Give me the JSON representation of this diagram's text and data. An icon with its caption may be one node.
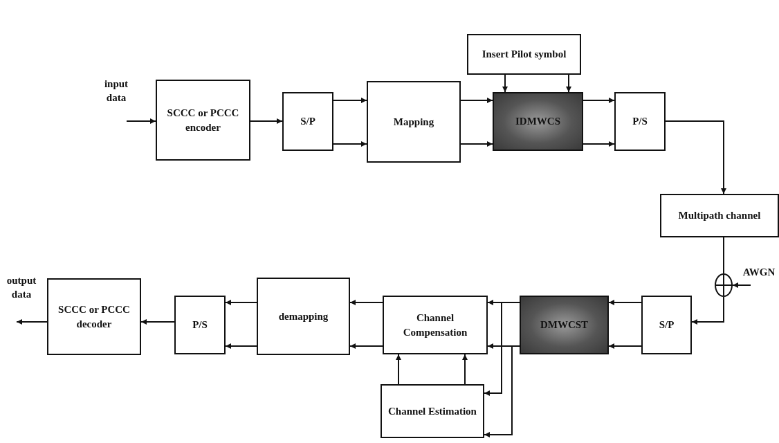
{
  "diagram": {
    "nodes": [
      {
        "text": [
          "SCCC or PCCC encoder"
        ]
      },
      {
        "text": [
          "S/P"
        ]
      },
      {
        "text": [
          "Mapping"
        ]
      },
      {
        "text": [
          "Insert Pilot symbol"
        ]
      },
      {
        "text": [
          "IDMWCS"
        ]
      },
      {
        "text": [
          "P/S"
        ]
      },
      {
        "text": [
          "Multipath channel"
        ]
      },
      {
        "text": [],
        "shape": "circle"
      },
      {
        "text": [
          "S/P"
        ]
      },
      {
        "text": [
          "DMWCST"
        ]
      },
      {
        "text": [
          "Channel Compensation"
        ]
      },
      {
        "text": [
          "Channel Estimation"
        ]
      },
      {
        "text": [
          "demapping"
        ]
      },
      {
        "text": [
          "P/S"
        ]
      },
      {
        "text": [
          "SCCC or PCCC decoder"
        ]
      }
    ],
    "edges": [
      {
        "from": null,
        "to": 0,
        "arrow": "to"
      },
      {
        "from": 0,
        "to": 1,
        "arrow": "to"
      },
      {
        "from": 1,
        "to": 2,
        "arrow": "to"
      },
      {
        "from": 1,
        "to": 2,
        "arrow": "to"
      },
      {
        "from": 2,
        "to": 4,
        "arrow": "to"
      },
      {
        "from": 2,
        "to": 4,
        "arrow": "to"
      },
      {
        "from": 3,
        "to": 4,
        "arrow": "to"
      },
      {
        "from": 3,
        "to": 4,
        "arrow": "to"
      },
      {
        "from": 4,
        "to": 5,
        "arrow": "to"
      },
      {
        "from": 4,
        "to": 5,
        "arrow": "to"
      },
      {
        "from": 5,
        "to": 6,
        "arrow": "to"
      },
      {
        "from": 6,
        "to": 7,
        "arrow": "none"
      },
      {
        "from": null,
        "to": 7,
        "arrow": "to"
      },
      {
        "from": 7,
        "to": 8,
        "arrow": "to"
      },
      {
        "from": 8,
        "to": 9,
        "arrow": "to"
      },
      {
        "from": 8,
        "to": 9,
        "arrow": "to"
      },
      {
        "from": 9,
        "to": 10,
        "arrow": "to"
      },
      {
        "from": 9,
        "to": 10,
        "arrow": "to"
      },
      {
        "from": 9,
        "to": 11,
        "arrow": "to"
      },
      {
        "from": 9,
        "to": 11,
        "arrow": "to"
      },
      {
        "from": 11,
        "to": 10,
        "arrow": "to"
      },
      {
        "from": 11,
        "to": 10,
        "arrow": "to"
      },
      {
        "from": 10,
        "to": 12,
        "arrow": "to"
      },
      {
        "from": 10,
        "to": 12,
        "arrow": "to"
      },
      {
        "from": 12,
        "to": 13,
        "arrow": "to"
      },
      {
        "from": 12,
        "to": 13,
        "arrow": "to"
      },
      {
        "from": 13,
        "to": 14,
        "arrow": "to"
      },
      {
        "from": 14,
        "to": null,
        "arrow": "to"
      }
    ],
    "labels": [
      "input data",
      "AWGN",
      "output data"
    ]
  }
}
